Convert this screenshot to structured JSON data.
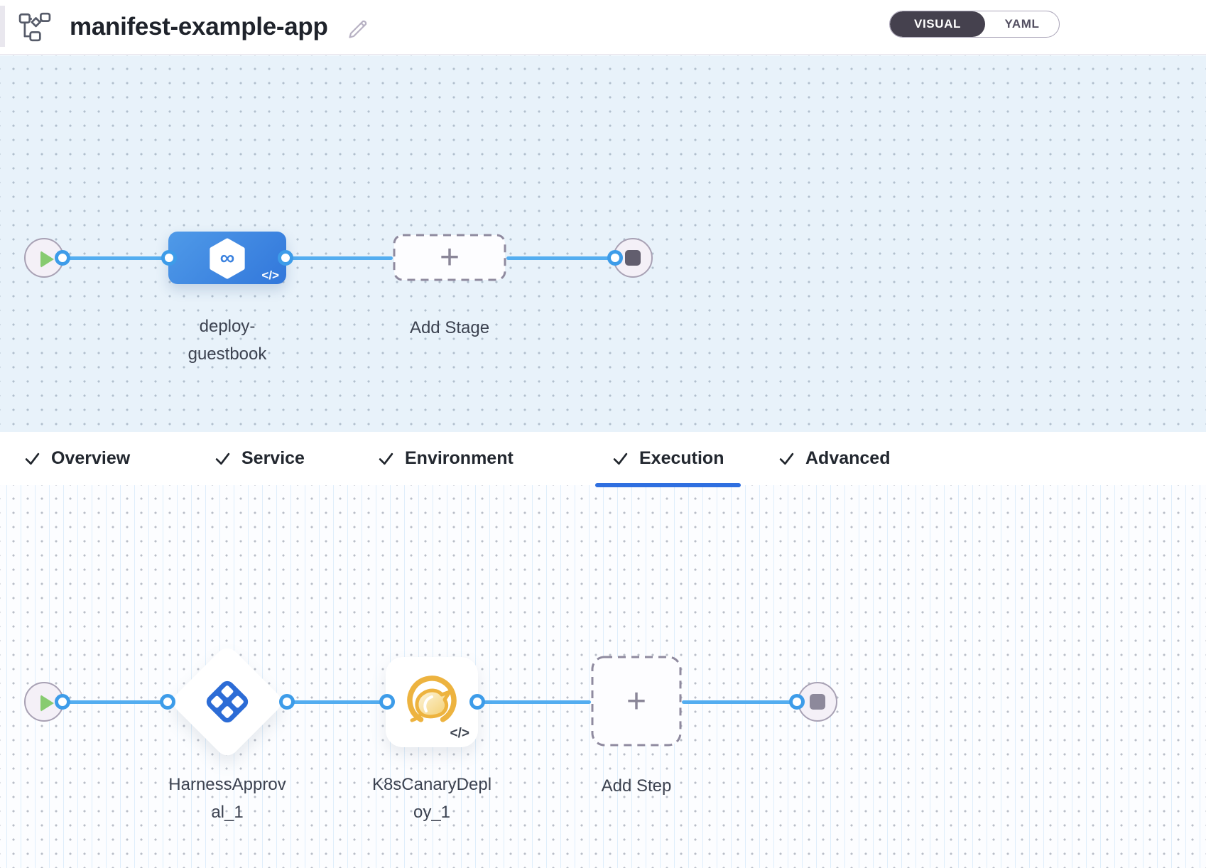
{
  "header": {
    "title": "manifest-example-app",
    "view_toggle": {
      "visual_label": "VISUAL",
      "yaml_label": "YAML",
      "selected": "VISUAL"
    }
  },
  "stage_pipeline": {
    "start_node": "play",
    "stage": {
      "name": "deploy-guestbook",
      "icon": "cd-infinity-hexagon",
      "code_badge": "</>"
    },
    "add_stage_label": "Add Stage",
    "end_node": "stop"
  },
  "tabs": {
    "items": [
      {
        "label": "Overview",
        "checked": true,
        "active": false
      },
      {
        "label": "Service",
        "checked": true,
        "active": false
      },
      {
        "label": "Environment",
        "checked": true,
        "active": false
      },
      {
        "label": "Execution",
        "checked": true,
        "active": true
      },
      {
        "label": "Advanced",
        "checked": true,
        "active": false
      }
    ]
  },
  "execution_pipeline": {
    "start_node": "play",
    "steps": [
      {
        "name": "HarnessApproval_1",
        "icon": "harness-approval"
      },
      {
        "name": "K8sCanaryDeploy_1",
        "icon": "canary-bird",
        "code_badge": "</>"
      }
    ],
    "add_step_label": "Add Step",
    "end_node": "stop"
  },
  "colors": {
    "accent_blue": "#3277db",
    "connector_blue": "#53adf0",
    "tab_underline": "#2f6fe0",
    "canvas_top_bg": "#e8f2fa",
    "canvas_bottom_bg": "#fcfdff",
    "canary_yellow": "#edb33f",
    "approval_blue": "#2c6cd6",
    "toggle_dark": "#45414e",
    "play_green": "#87cb70"
  }
}
